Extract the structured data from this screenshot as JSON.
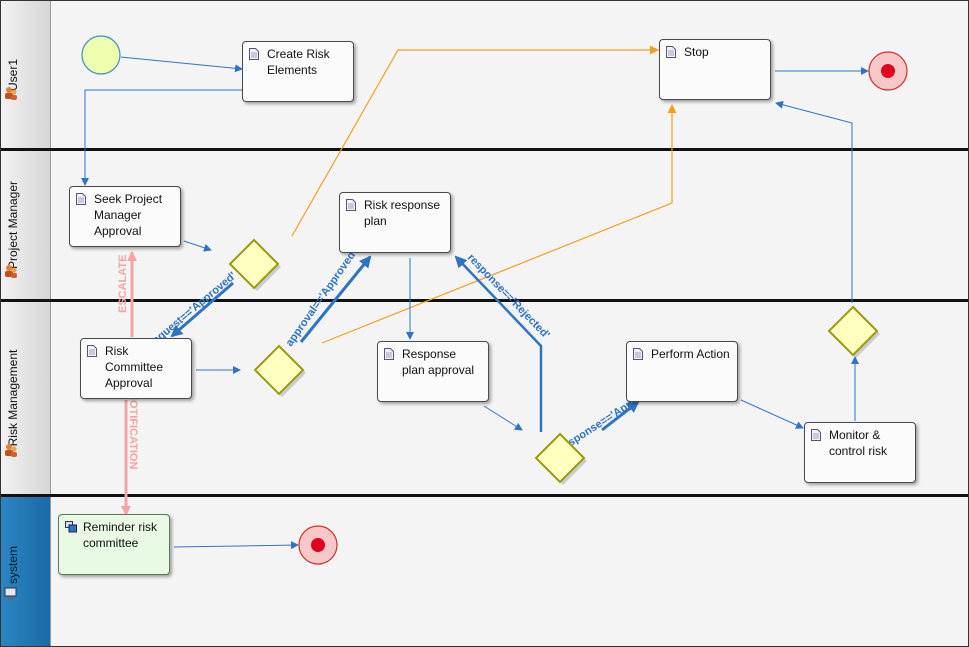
{
  "lanes": [
    {
      "id": "user1",
      "title": "User1"
    },
    {
      "id": "pm",
      "title": "Project Manager"
    },
    {
      "id": "rm",
      "title": "Risk Management"
    },
    {
      "id": "system",
      "title": "system"
    }
  ],
  "tasks": {
    "create_risk": "Create Risk\nElements",
    "stop": "Stop",
    "seek_pm": "Seek Project\nManager\nApproval",
    "risk_response_plan": "Risk response\nplan",
    "risk_committee": "Risk\nCommittee\nApproval",
    "response_plan_approval": "Response\nplan approval",
    "perform_action": "Perform Action",
    "monitor": "Monitor &\ncontrol risk",
    "reminder": "Reminder risk\ncommittee"
  },
  "flow_labels": {
    "request_approved": "request=='Approved'",
    "approval_approved": "approval=='Approved'",
    "response_rejected": "response=='Rejected'",
    "response_approved": "response=='Approved'",
    "escalate": "ESCALATE",
    "notification": "NOTIFICATION"
  },
  "colors": {
    "flow": "#2f73c4",
    "orange": "#f0a020",
    "pink": "#f4a4a4",
    "gateway_fill": "#ffffc0",
    "gateway_stroke": "#9a9a10",
    "start_fill": "#eeffb0",
    "end_fill": "#f8c8c8",
    "end_dot": "#e00020"
  }
}
